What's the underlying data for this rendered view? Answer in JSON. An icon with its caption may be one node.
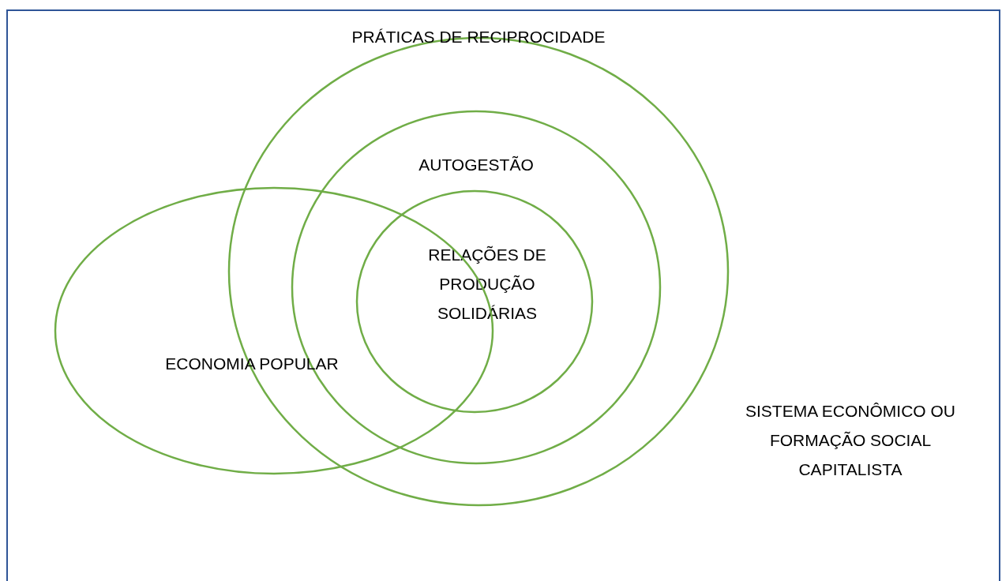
{
  "diagram": {
    "nodes": [
      {
        "text": [
          "SISTEMA ECONÔMICO OU FORMAÇÃO SOCIAL CAPITALISTA"
        ]
      },
      {
        "text": [
          "PRÁTICAS DE RECIPROCIDADE"
        ],
        "in": 0
      },
      {
        "text": [
          "AUTOGESTÃO"
        ],
        "in": 1
      },
      {
        "text": [
          "RELAÇÕES DE PRODUÇÃO SOLIDÁRIAS"
        ],
        "in": 2
      },
      {
        "text": [
          "ECONOMIA POPULAR"
        ],
        "in": 0
      }
    ],
    "edges": []
  }
}
